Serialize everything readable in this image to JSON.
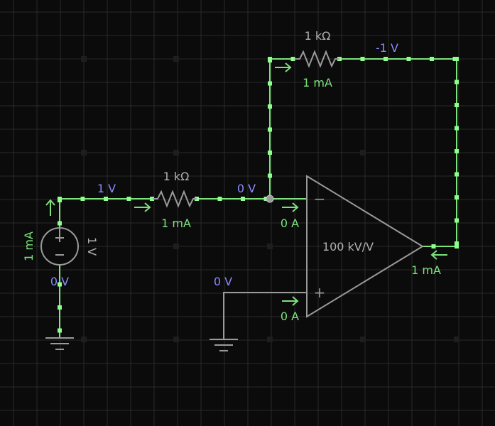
{
  "colors": {
    "background": "#0b0b0b",
    "grid": "#2a2a2a",
    "wire_active": "#7ce27c",
    "component": "#9a9a9a",
    "voltage_label": "#8a8aff",
    "current_label": "#7ce27c",
    "value_label": "#b0b0b0",
    "dot": "#8cff8c"
  },
  "labels": {
    "r_in_value": "1 kΩ",
    "r_in_current": "1 mA",
    "r_fb_value": "1 kΩ",
    "r_fb_current": "1 mA",
    "source_voltage": "1 V",
    "source_current": "1 mA",
    "node_in_voltage": "1 V",
    "node_neg_voltage": "0 V",
    "node_out_voltage": "-1 V",
    "node_src_bottom_voltage": "0 V",
    "node_pos_voltage": "0 V",
    "opamp_gain": "100 kV/V",
    "opamp_neg_current": "0 A",
    "opamp_pos_current": "0 A",
    "opamp_out_current": "1 mA",
    "opamp_neg_sign": "−",
    "opamp_pos_sign": "+"
  },
  "icons": {
    "voltage_source": "voltage-source-icon",
    "resistor": "resistor-icon",
    "opamp": "opamp-icon",
    "ground": "ground-icon",
    "current_arrow": "arrow-icon"
  }
}
